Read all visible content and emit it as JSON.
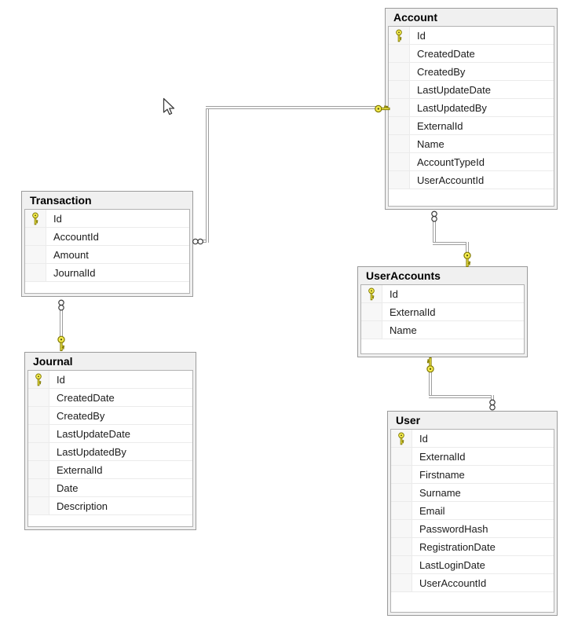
{
  "diagram_type": "database-diagram",
  "tables": {
    "account": {
      "title": "Account",
      "primary_key": "Id",
      "fields": [
        "Id",
        "CreatedDate",
        "CreatedBy",
        "LastUpdateDate",
        "LastUpdatedBy",
        "ExternalId",
        "Name",
        "AccountTypeId",
        "UserAccountId"
      ]
    },
    "transaction": {
      "title": "Transaction",
      "primary_key": "Id",
      "fields": [
        "Id",
        "AccountId",
        "Amount",
        "JournalId"
      ]
    },
    "userAccounts": {
      "title": "UserAccounts",
      "primary_key": "Id",
      "fields": [
        "Id",
        "ExternalId",
        "Name"
      ]
    },
    "journal": {
      "title": "Journal",
      "primary_key": "Id",
      "fields": [
        "Id",
        "CreatedDate",
        "CreatedBy",
        "LastUpdateDate",
        "LastUpdatedBy",
        "ExternalId",
        "Date",
        "Description"
      ]
    },
    "user": {
      "title": "User",
      "primary_key": "Id",
      "fields": [
        "Id",
        "ExternalId",
        "Firstname",
        "Surname",
        "Email",
        "PasswordHash",
        "RegistrationDate",
        "LastLoginDate",
        "UserAccountId"
      ]
    }
  },
  "relationships": [
    {
      "many_table": "Transaction",
      "many_symbol": "infinity",
      "one_table": "Account",
      "one_symbol": "key"
    },
    {
      "many_table": "Account",
      "many_symbol": "infinity",
      "one_table": "UserAccounts",
      "one_symbol": "key"
    },
    {
      "many_table": "User",
      "many_symbol": "infinity",
      "one_table": "UserAccounts",
      "one_symbol": "key"
    },
    {
      "many_table": "Transaction",
      "many_symbol": "infinity",
      "one_table": "Journal",
      "one_symbol": "key"
    }
  ],
  "colors": {
    "canvas_bg": "#ffffff",
    "table_header_bg": "#f0f0f0",
    "table_outer_border": "#9b9b9b",
    "table_grid_border": "#b2b2b2",
    "row_divider": "#ebebeb",
    "connector_gray": "#9e9e9e",
    "key_yellow": "#f7ef4f",
    "key_outline": "#7e7600",
    "symbol_outline": "#383838"
  }
}
